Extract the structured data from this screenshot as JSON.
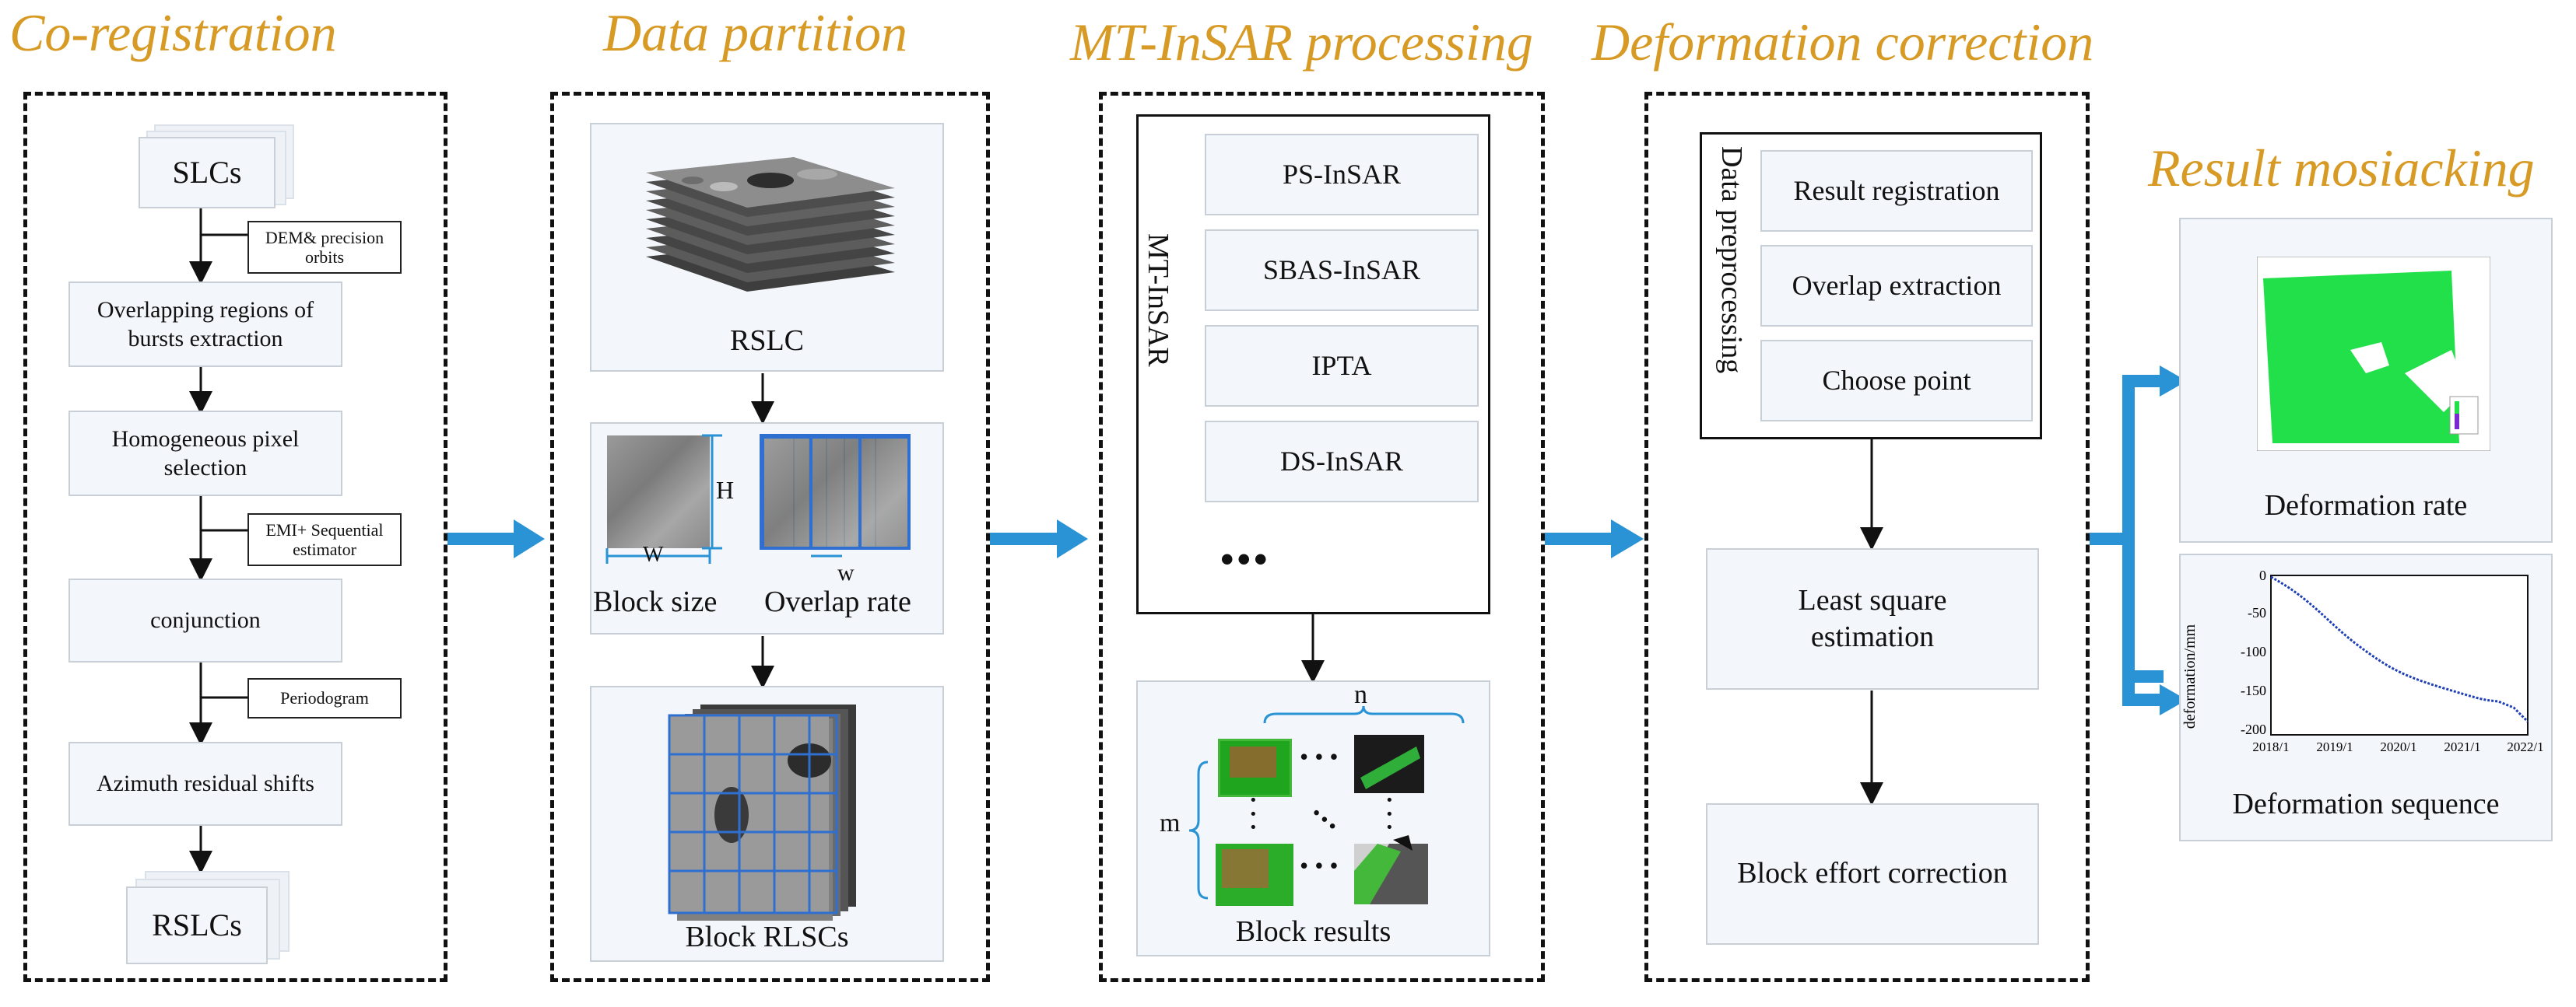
{
  "titles": {
    "coreg": "Co-registration",
    "partition": "Data partition",
    "mtinsar": "MT-InSAR processing",
    "correction": "Deformation correction",
    "mosaic": "Result mosiacking"
  },
  "coreg": {
    "slcs": "SLCs",
    "dem_note": "DEM& precision orbits",
    "overlap": "Overlapping regions of bursts extraction",
    "homog": "Homogeneous pixel selection",
    "emi_note": "EMI+ Sequential estimator",
    "conjunction": "conjunction",
    "periodogram_note": "Periodogram",
    "azimuth": "Azimuth residual shifts",
    "rslcs": "RSLCs"
  },
  "partition": {
    "rslc": "RSLC",
    "block_size": "Block size",
    "overlap_rate": "Overlap rate",
    "h": "H",
    "w1": "W",
    "w2": "w",
    "block_rlscs": "Block RLSCs"
  },
  "mtinsar": {
    "vertical": "MT-InSAR",
    "methods": [
      "PS-InSAR",
      "SBAS-InSAR",
      "IPTA",
      "DS-InSAR"
    ],
    "ellipsis": "•••",
    "n": "n",
    "m": "m",
    "dots_h": "• • •",
    "block_results": "Block results"
  },
  "correction": {
    "vertical": "Data preprocessing",
    "steps": [
      "Result registration",
      "Overlap extraction",
      "Choose point"
    ],
    "lse": "Least square estimation",
    "block_effort": "Block effort correction"
  },
  "mosaic": {
    "rate_label": "Deformation rate",
    "sequence_label": "Deformation sequence",
    "ylabel": "deformation/mm",
    "yticks": [
      "0",
      "-50",
      "-100",
      "-150",
      "-200"
    ],
    "xticks": [
      "2018/1",
      "2019/1",
      "2020/1",
      "2021/1",
      "2022/1"
    ]
  },
  "colors": {
    "title": "#d79a24",
    "arrow": "#2a93d5",
    "grid": "#2f6fd0"
  }
}
